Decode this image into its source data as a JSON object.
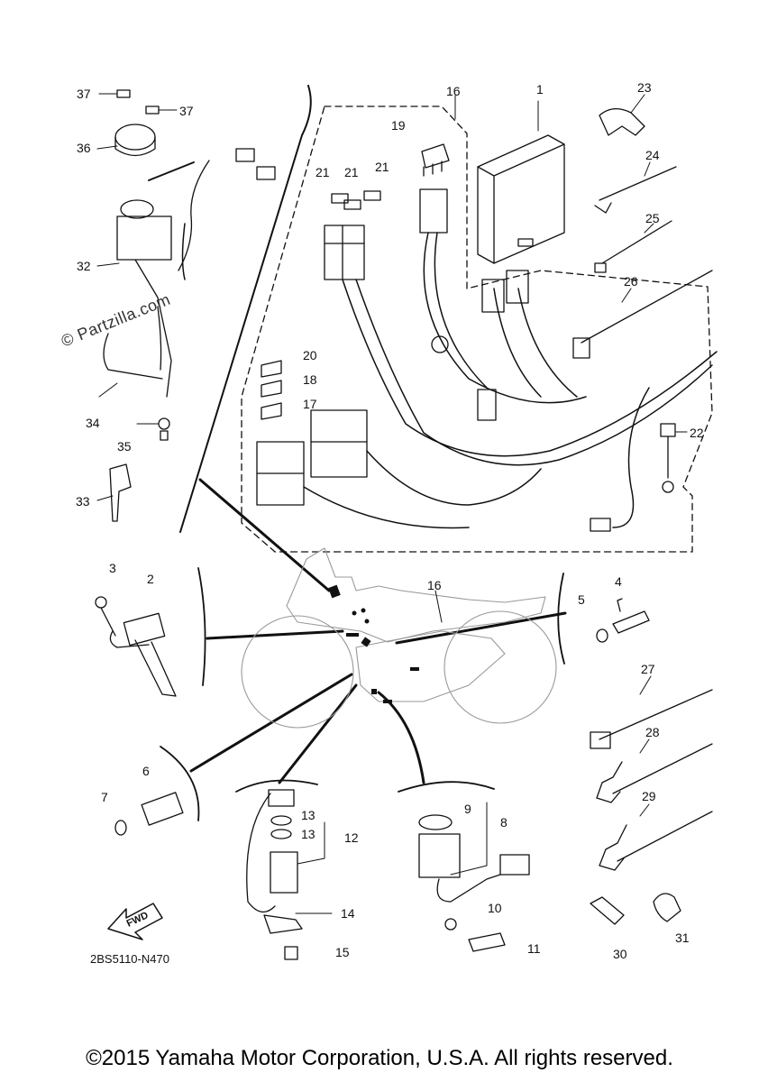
{
  "watermark": "© Partzilla.com",
  "diagram_code": "2BS5110-N470",
  "copyright": "©2015 Yamaha Motor Corporation, U.S.A. All rights reserved.",
  "fwd_label": "FWD",
  "callouts": [
    "1",
    "2",
    "3",
    "4",
    "5",
    "6",
    "7",
    "8",
    "9",
    "10",
    "11",
    "12",
    "13",
    "13",
    "14",
    "15",
    "16",
    "16",
    "17",
    "18",
    "19",
    "20",
    "21",
    "21",
    "21",
    "22",
    "23",
    "24",
    "25",
    "26",
    "27",
    "28",
    "29",
    "30",
    "31",
    "32",
    "33",
    "34",
    "35",
    "36",
    "37",
    "37"
  ]
}
